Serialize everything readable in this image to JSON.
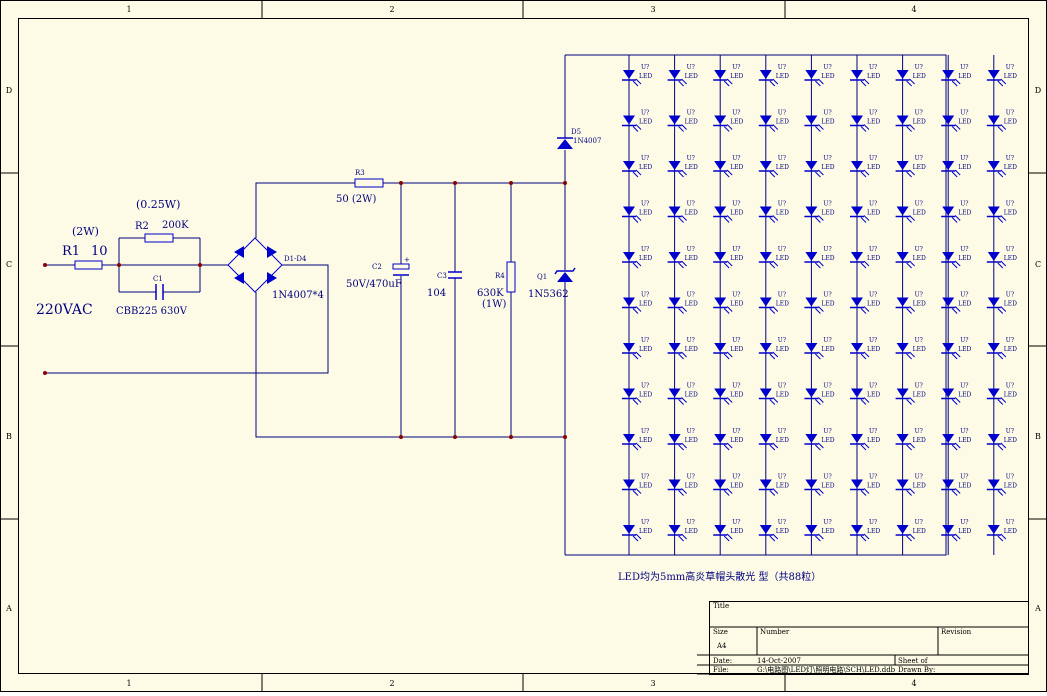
{
  "frame": {
    "columns": [
      "1",
      "2",
      "3",
      "4"
    ],
    "rows": [
      "D",
      "C",
      "B",
      "A"
    ]
  },
  "components": {
    "r1_power": "(2W)",
    "r1_ref": "R1",
    "r1_value": "10",
    "r2_power": "(0.25W)",
    "r2_ref": "R2",
    "r2_value": "200K",
    "c1_ref": "C1",
    "c1_value": "CBB225   630V",
    "input": "220VAC",
    "bridge_ref": "D1-D4",
    "bridge_value": "1N4007*4",
    "r3_ref": "R3",
    "r3_value": "50   (2W)",
    "c2_ref": "C2",
    "c2_value": "50V/470uF",
    "c2_plus": "+",
    "c3_ref": "C3",
    "c3_value": "104",
    "r4_ref": "R4",
    "r4_value": "630K",
    "r4_power": "(1W)",
    "d5_ref": "D5",
    "d5_value": "1N4007",
    "q1_ref": "Q1",
    "q1_value": "1N5362"
  },
  "led_array": {
    "columns": 9,
    "rows": 11,
    "ref": "U?",
    "value": "LED",
    "note": "LED均为5mm高炎草帽头散光 型（共88粒）"
  },
  "title_block": {
    "title_label": "Title",
    "size_label": "Size",
    "size_value": "A4",
    "number_label": "Number",
    "revision_label": "Revision",
    "date_label": "Date:",
    "date_value": "14-Oct-2007",
    "sheet_label": "Sheet   of",
    "file_label": "File:",
    "file_value": "G:\\电路图\\LED灯\\照明电路\\SCH\\LED.ddb",
    "drawn_label": "Drawn By:"
  },
  "colors": {
    "sheet": "#fdfbe6",
    "border": "#000000",
    "wire": "#000080",
    "component": "#0000cc",
    "junction": "#8b0000",
    "text": "#000080"
  }
}
